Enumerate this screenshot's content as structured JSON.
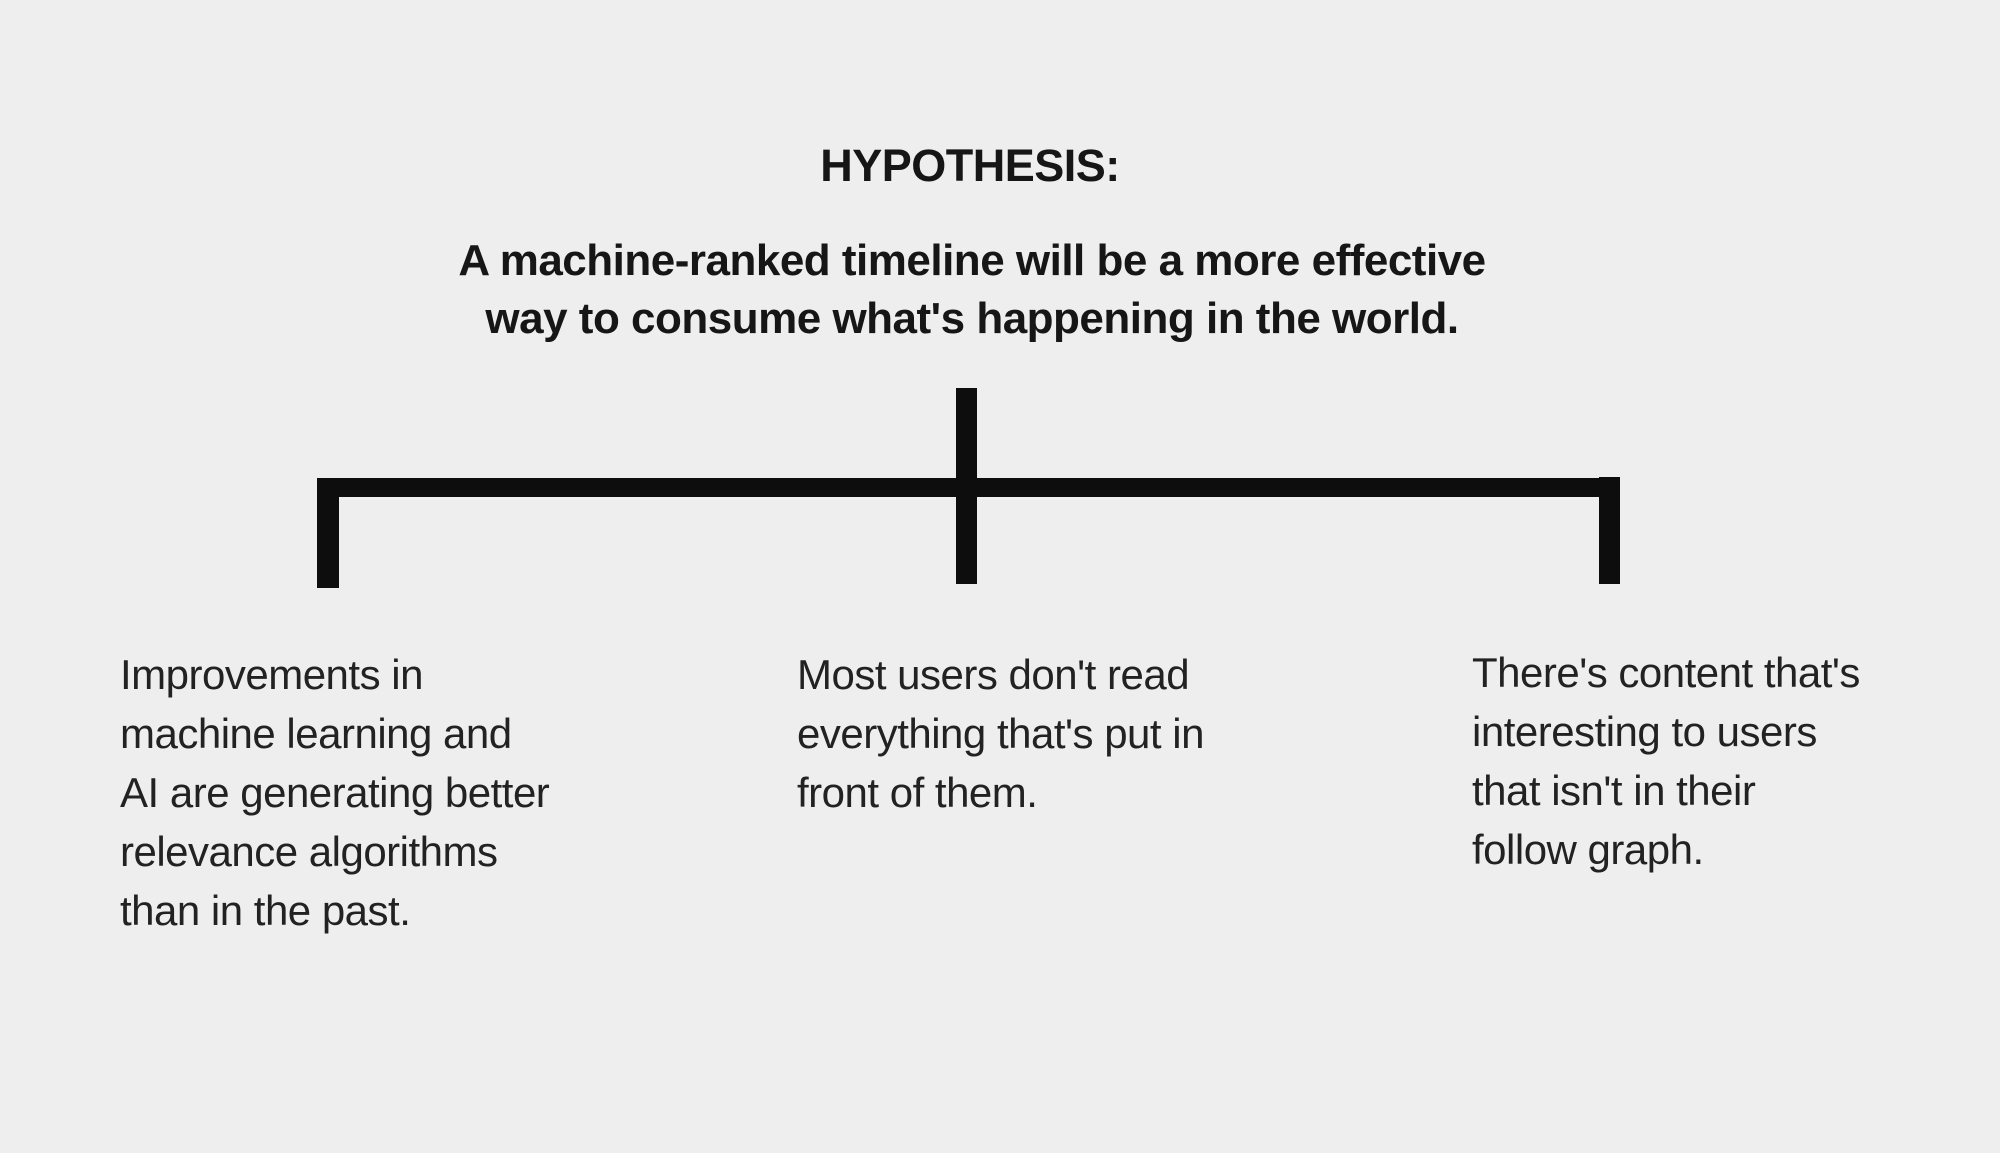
{
  "diagram": {
    "title": "HYPOTHESIS:",
    "hypothesis": "A machine-ranked timeline will be a more effective\nway to consume what's happening in the world.",
    "branches": [
      {
        "id": "left",
        "text": "Improvements in\nmachine learning and\nAI are generating better\nrelevance algorithms\nthan in the past."
      },
      {
        "id": "center",
        "text": "Most users don't read\neverything that's put in\nfront of them."
      },
      {
        "id": "right",
        "text": "There's content that's\ninteresting to users\nthat isn't in their\nfollow graph."
      }
    ],
    "colors": {
      "background": "#eeeeee",
      "text": "#1c1c1c",
      "connector": "#0d0d0d"
    }
  }
}
